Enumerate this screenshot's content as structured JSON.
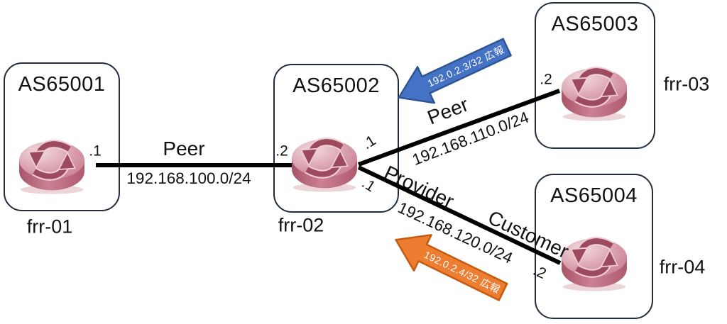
{
  "nodes": [
    {
      "as": "AS65001",
      "hostname": "frr-01"
    },
    {
      "as": "AS65002",
      "hostname": "frr-02"
    },
    {
      "as": "AS65003",
      "hostname": "frr-03"
    },
    {
      "as": "AS65004",
      "hostname": "frr-04"
    }
  ],
  "links": [
    {
      "relation": "Peer",
      "subnet": "192.168.100.0/24",
      "left_if": ".1",
      "right_if": ".2"
    },
    {
      "relation": "Peer",
      "subnet": "192.168.110.0/24",
      "left_if": ".1",
      "right_if": ".2"
    },
    {
      "relation_a": "Provider",
      "relation_b": "Customer",
      "subnet": "192.168.120.0/24",
      "left_if": ".1",
      "right_if": ".2"
    }
  ],
  "advertisements": [
    {
      "label": "192.0.2.3/32 広報",
      "fill": "#4472C4",
      "stroke": "#2F5597",
      "text_color": "#FFFFFF"
    },
    {
      "label": "192.0.2.4/32 広報",
      "fill": "#ED7D31",
      "stroke": "#C55A11",
      "text_color": "#FFFFFF"
    }
  ],
  "colors": {
    "background": "#FFFFFF",
    "box_border": "#1F2D3D",
    "box_fill": "#FFFFFF",
    "link_line": "#000000",
    "label_text": "#111111",
    "router_body": "#B35E75",
    "router_top": "#D79AA8",
    "router_arrow": "#9C4A5E"
  }
}
